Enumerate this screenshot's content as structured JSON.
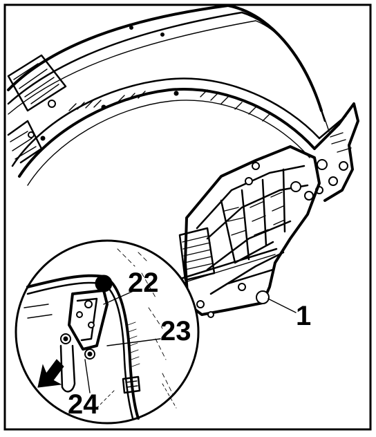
{
  "diagram": {
    "callouts": [
      {
        "id": "part-1",
        "label": "1"
      },
      {
        "id": "part-22",
        "label": "22"
      },
      {
        "id": "part-23",
        "label": "23"
      },
      {
        "id": "part-24",
        "label": "24"
      }
    ]
  }
}
